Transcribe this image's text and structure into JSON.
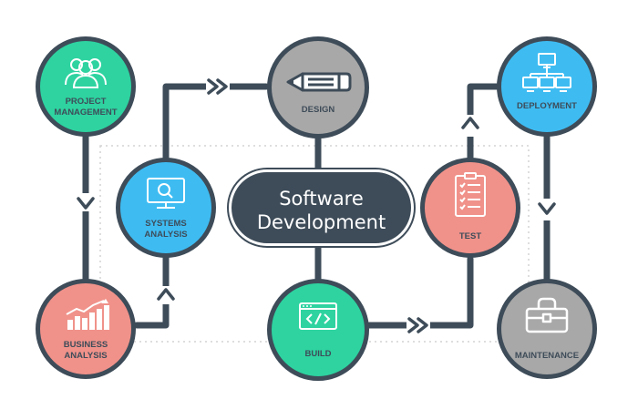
{
  "diagram": {
    "title": "Software\nDevelopment",
    "nodes": {
      "project_management": {
        "label": "PROJECT\nMANAGEMENT",
        "color": "#2ed3a0",
        "icon": "people-icon"
      },
      "systems_analysis": {
        "label": "SYSTEMS\nANALYSIS",
        "color": "#3ebcf2",
        "icon": "monitor-search-icon"
      },
      "business_analysis": {
        "label": "BUSINESS\nANALYSIS",
        "color": "#f0928a",
        "icon": "bar-chart-icon"
      },
      "design": {
        "label": "DESIGN",
        "color": "#a8a8a8",
        "icon": "pencil-icon"
      },
      "build": {
        "label": "BUILD",
        "color": "#2ed3a0",
        "icon": "code-window-icon"
      },
      "test": {
        "label": "TEST",
        "color": "#f0928a",
        "icon": "checklist-icon"
      },
      "deployment": {
        "label": "DEPLOYMENT",
        "color": "#3ebcf2",
        "icon": "network-icon"
      },
      "maintenance": {
        "label": "MAINTENANCE",
        "color": "#a8a8a8",
        "icon": "toolbox-icon"
      }
    },
    "colors": {
      "connector": "#3e4c59",
      "dotted_guide": "#cfcfcf",
      "icon_stroke": "#ffffff",
      "center_fill": "#3e4c59"
    }
  }
}
